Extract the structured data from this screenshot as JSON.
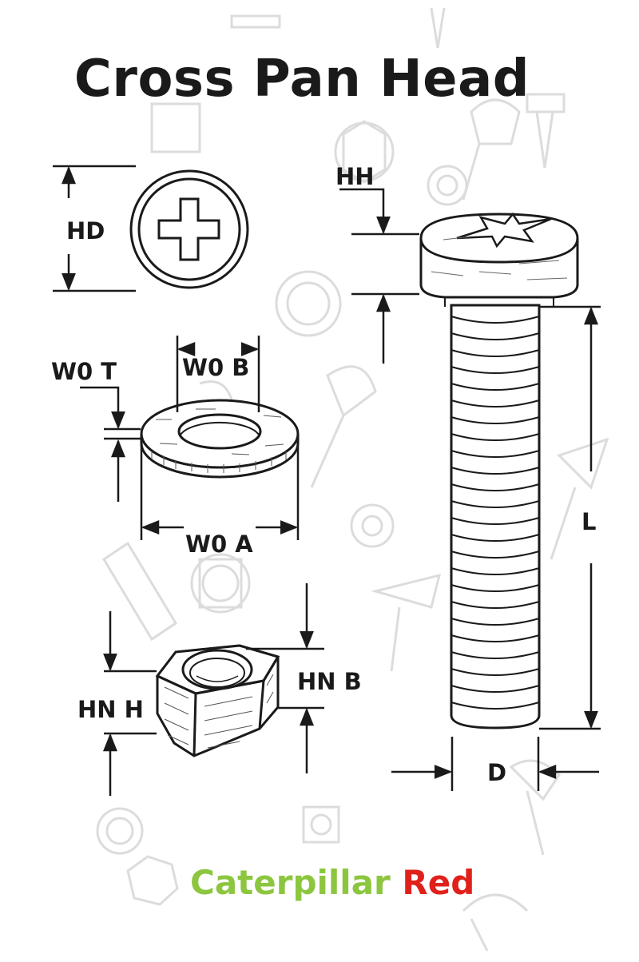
{
  "title": "Cross Pan Head",
  "labels": {
    "head_height": "HH",
    "head_diameter": "HD",
    "washer_thickness": "W0 T",
    "washer_inner": "W0 B",
    "washer_outer": "W0 A",
    "nut_height": "HN H",
    "nut_across": "HN B",
    "length": "L",
    "diameter": "D"
  },
  "brand": {
    "part1": "Caterpillar",
    "part2": "Red"
  },
  "colors": {
    "ink": "#1a1a1a",
    "ghost": "#dcdcdc",
    "brand_green": "#8cc63f",
    "brand_red": "#e0211b"
  }
}
